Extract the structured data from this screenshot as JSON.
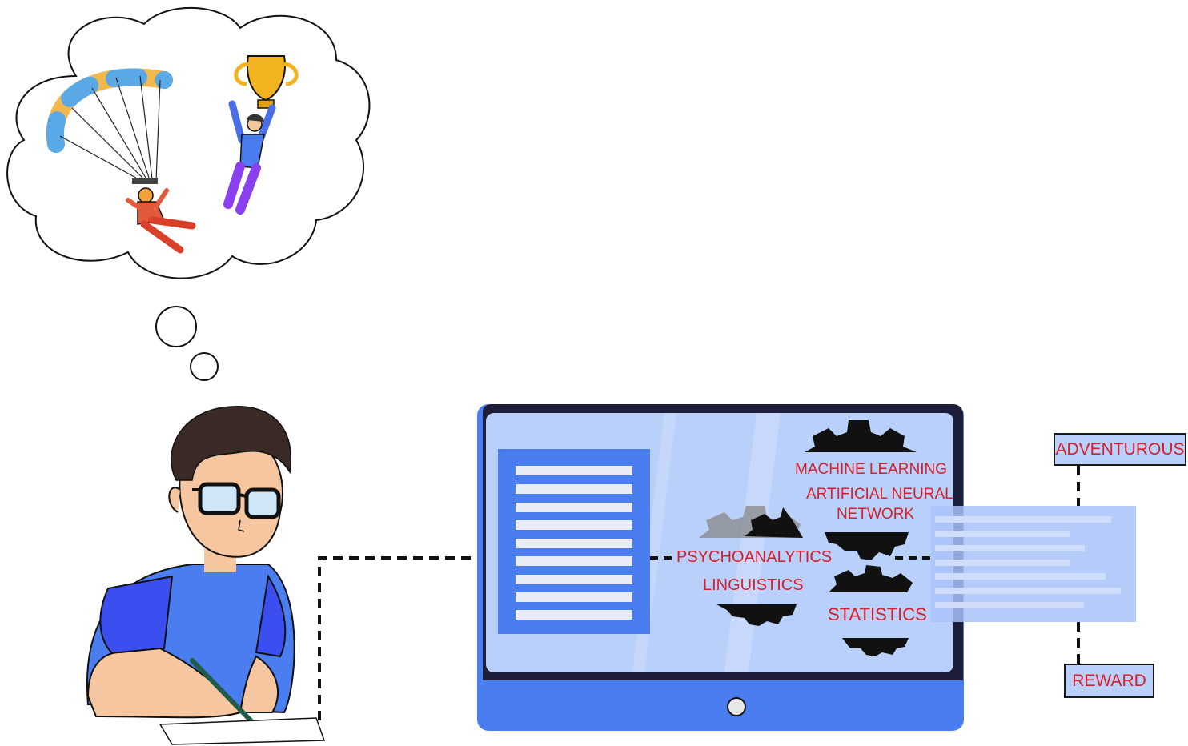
{
  "techniques": {
    "machine_learning": "MACHINE LEARNING",
    "ann_line1": "ARTIFICIAL NEURAL",
    "ann_line2": "NETWORK",
    "psychoanalytics": "PSYCHOANALYTICS",
    "linguistics": "LINGUISTICS",
    "statistics": "STATISTICS"
  },
  "traits": {
    "adventurous": "ADVENTUROUS",
    "reward": "REWARD"
  },
  "colors": {
    "label_red": "#d6202a",
    "monitor_blue": "#4a7df0",
    "screen_light": "#b9d0fb",
    "document_blue": "#4a7df0",
    "gear_black": "#111111"
  }
}
